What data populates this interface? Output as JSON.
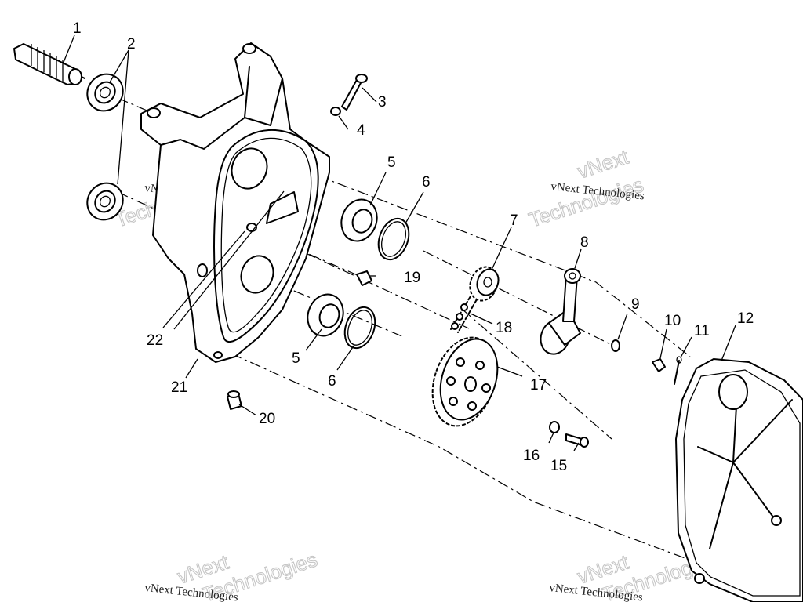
{
  "watermark": {
    "company": "vNext Technologies",
    "outline_top": "vNext",
    "outline_bottom": "Technologies"
  },
  "callouts": [
    "1",
    "2",
    "3",
    "4",
    "5",
    "6",
    "7",
    "8",
    "9",
    "10",
    "11",
    "12",
    "5",
    "6",
    "15",
    "16",
    "17",
    "18",
    "19",
    "20",
    "21",
    "22"
  ]
}
